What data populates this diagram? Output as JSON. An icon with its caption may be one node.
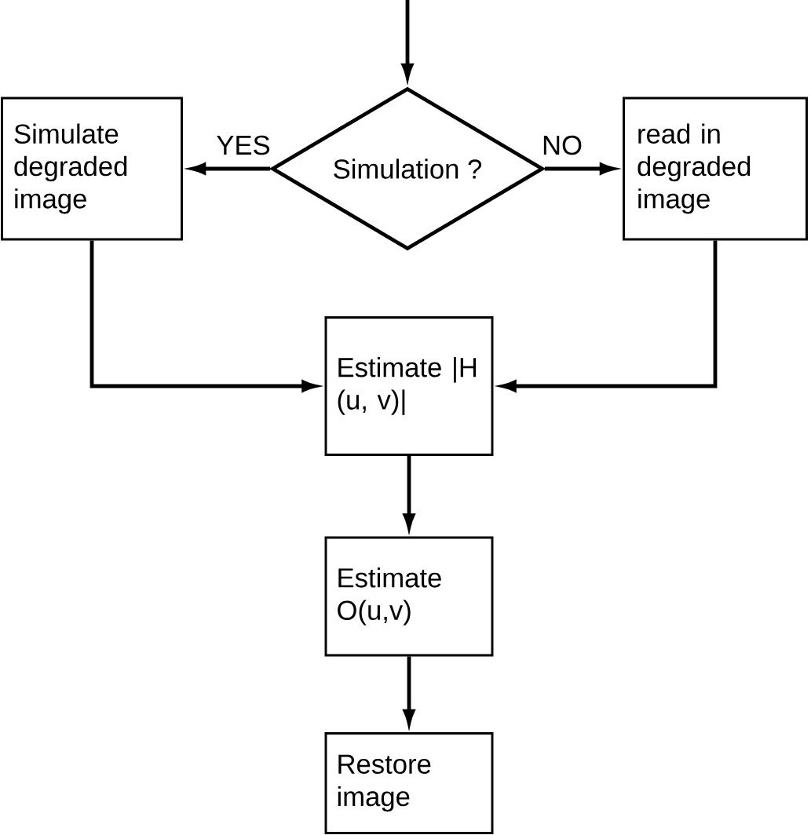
{
  "diagram": {
    "nodes": [
      {
        "text": [
          "Simulation ?"
        ]
      },
      {
        "text": [
          "Simulate degraded image"
        ]
      },
      {
        "text": [
          "read in degraded image"
        ]
      },
      {
        "text": [
          "Estimate |H (u, v)|"
        ]
      },
      {
        "text": [
          "Estimate O(u,v)"
        ]
      },
      {
        "text": [
          "Restore image"
        ]
      }
    ],
    "edges": [
      {
        "from": null,
        "to": 0,
        "arrow": "to"
      },
      {
        "from": 0,
        "to": 1,
        "arrow": "to",
        "label": "YES"
      },
      {
        "from": 0,
        "to": 2,
        "arrow": "to",
        "label": "NO"
      },
      {
        "from": 1,
        "to": 3,
        "arrow": "to"
      },
      {
        "from": 2,
        "to": 3,
        "arrow": "to"
      },
      {
        "from": 3,
        "to": 4,
        "arrow": "to"
      },
      {
        "from": 4,
        "to": 5,
        "arrow": "to"
      }
    ]
  }
}
